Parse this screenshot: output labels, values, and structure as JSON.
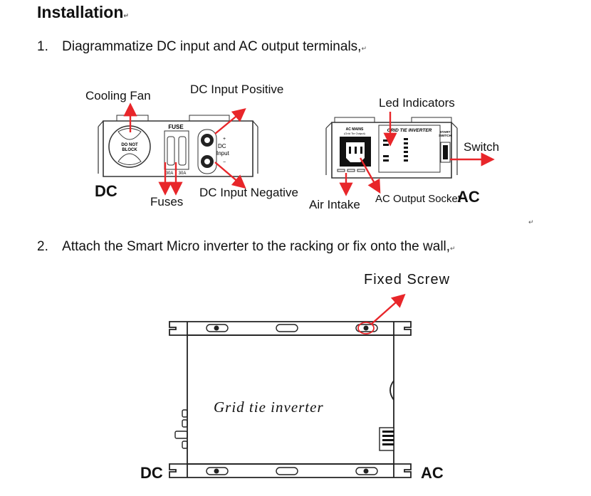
{
  "heading": "Installation",
  "return_mark": "↵",
  "steps": [
    {
      "number": "1.",
      "text": "Diagrammatize DC input and AC output terminals,"
    },
    {
      "number": "2.",
      "text": "Attach the Smart Micro inverter to the racking or fix onto the wall,"
    }
  ],
  "diagram1": {
    "dc_side": {
      "cooling_fan": "Cooling Fan",
      "dc_input_positive": "DC Input Positive",
      "dc_input_negative": "DC Input Negative",
      "fuses": "Fuses",
      "side_label": "DC",
      "panel_text": {
        "do_not_block_1": "DO NOT",
        "do_not_block_2": "BLOCK",
        "fuse": "FUSE",
        "fuse_rating_1": "30A",
        "fuse_rating_2": "30A",
        "dc_input_1": "DC",
        "dc_input_2": "Input",
        "plus": "+",
        "minus": "−"
      }
    },
    "ac_side": {
      "led_indicators": "Led Indicators",
      "switch": "Switch",
      "air_intake": "Air Intake",
      "ac_output_socket": "AC Output Socket",
      "side_label": "AC",
      "panel_text": {
        "ac_mains_1": "AC MAINS",
        "ac_mains_2": "(Grid Tie Output)",
        "grid_tie_inverter": "GRID TIE INVERTER",
        "start_switch_1": "START",
        "start_switch_2": "SWITCH"
      }
    }
  },
  "diagram2": {
    "fixed_screw": "Fixed Screw",
    "device_label": "Grid tie inverter",
    "dc_label": "DC",
    "ac_label": "AC"
  },
  "colors": {
    "arrow": "#e8262a",
    "line": "#333333"
  }
}
